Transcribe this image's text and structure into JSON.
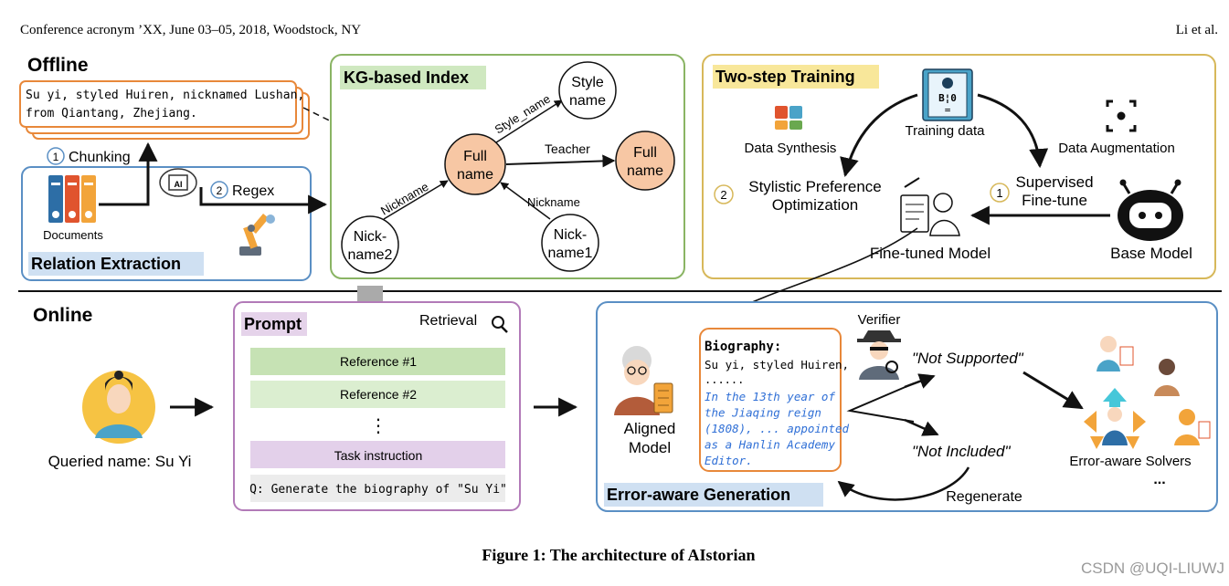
{
  "header": {
    "left": "Conference acronym ’XX, June 03–05, 2018, Woodstock, NY",
    "right": "Li et al."
  },
  "offline": {
    "title": "Offline",
    "source_text_line1": "Su yi, styled Huiren, nicknamed Lushan,",
    "source_text_line2": "from Qiantang, Zhejiang.",
    "step1_num": "1",
    "step1_label": "Chunking",
    "step2_num": "2",
    "step2_label": "Regex",
    "documents_label": "Documents",
    "ai_chip_label": "AI",
    "relation_extraction_label": "Relation Extraction"
  },
  "kg": {
    "title": "KG-based Index",
    "nodes": {
      "full_center_l1": "Full",
      "full_center_l2": "name",
      "style_l1": "Style",
      "style_l2": "name",
      "full_right_l1": "Full",
      "full_right_l2": "name",
      "nick2_l1": "Nick-",
      "nick2_l2": "name2",
      "nick1_l1": "Nick-",
      "nick1_l2": "name1"
    },
    "edges": {
      "style_name": "Style_name",
      "teacher": "Teacher",
      "nickname_left": "Nickname",
      "nickname_right": "Nickname"
    }
  },
  "training": {
    "title": "Two-step Training",
    "training_data": "Training data",
    "data_synthesis": "Data Synthesis",
    "data_augmentation": "Data Augmentation",
    "step2_num": "2",
    "step2_l1": "Stylistic Preference",
    "step2_l2": "Optimization",
    "step1_num": "1",
    "step1_l1": "Supervised",
    "step1_l2": "Fine-tune",
    "fine_tuned_model": "Fine-tuned Model",
    "base_model": "Base Model",
    "doc_glyph_l1": "B¦0",
    "doc_glyph_l2": "="
  },
  "online": {
    "title": "Online",
    "queried_name": "Queried name: Su Yi"
  },
  "prompt": {
    "title": "Prompt",
    "retrieval": "Retrieval",
    "reference1": "Reference #1",
    "reference2": "Reference #2",
    "ellipsis": "⋮",
    "task_instruction": "Task instruction",
    "question": "Q: Generate the biography of \"Su Yi\""
  },
  "generation": {
    "title": "Error-aware Generation",
    "aligned_model_l1": "Aligned",
    "aligned_model_l2": "Model",
    "bio_heading": "Biography:",
    "bio_line1": "Su yi, styled Huiren,",
    "bio_line2": "......",
    "bio_italic": [
      "In the 13th year of",
      "the Jiaqing reign",
      "(1808), ... appointed",
      "as a Hanlin Academy",
      "Editor."
    ],
    "verifier": "Verifier",
    "not_supported": "\"Not Supported\"",
    "not_included": "\"Not Included\"",
    "regenerate": "Regenerate",
    "solvers": "Error-aware Solvers",
    "solvers_more": "..."
  },
  "caption": "Figure 1: The architecture of AIstorian",
  "watermark": "CSDN @UQI-LIUWJ",
  "colors": {
    "offline_orange": "#e8883a",
    "relation_blue": "#5a8fc4",
    "kg_green": "#8ab464",
    "training_gold": "#d7b85a",
    "prompt_purple": "#b27ab8",
    "generation_blue": "#5a8fc4",
    "node_peach": "#f7c7a4",
    "ref1_green": "#c6e2b4",
    "ref2_green": "#dbeed0",
    "task_purple": "#e3d0ea",
    "question_gray": "#ececec",
    "italic_blue": "#2f6fd6",
    "highlight_yellow": "#f8e79a",
    "highlight_blue": "#cfe0f2",
    "highlight_green": "#cfe8c0",
    "highlight_purple": "#e5d3ea"
  }
}
